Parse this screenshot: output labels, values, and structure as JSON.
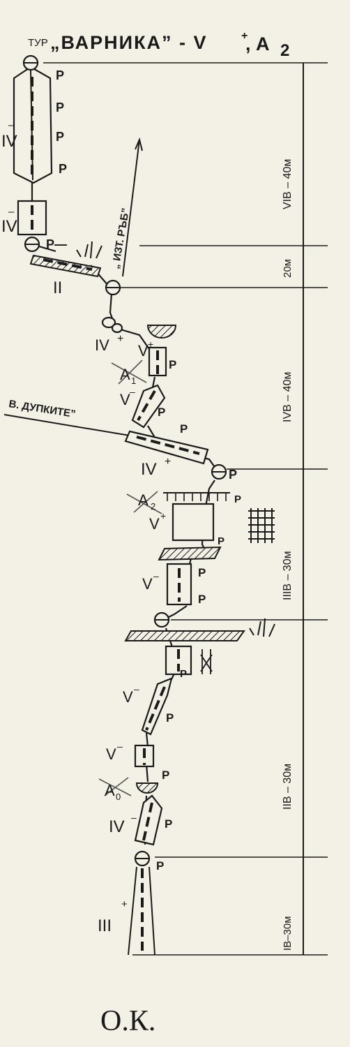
{
  "title": {
    "prefix": "ТУР",
    "name": "„ВАРНИКА” - V",
    "plus": "+",
    "tail": ", А",
    "sub": "2"
  },
  "signature": "О.К.",
  "arrows": {
    "ridge": "„ ИЗТ. РЪБ”",
    "holes": "В. ДУПКИТЕ”"
  },
  "sections": [
    {
      "label": "VIB – 40м"
    },
    {
      "label": "20м"
    },
    {
      "label": "IVB – 40м"
    },
    {
      "label": "IIIB – 30м"
    },
    {
      "label": "IIB – 30м"
    },
    {
      "label": "IB–30м"
    }
  ],
  "grades": {
    "g_iv_minus_top": "IV",
    "g_iv_minus_2": "IV",
    "g_ii": "II",
    "g_iv_plus_1": "IV",
    "g_v_plus_1": "V",
    "g_a1": "A",
    "g_a1_sub": "1",
    "g_v_minus_1": "V",
    "g_iv_plus_2": "IV",
    "g_a2": "A",
    "g_a2_sub": "2",
    "g_v_plus_2": "V",
    "g_v_minus_2": "V",
    "g_v_minus_3": "V",
    "g_v_minus_4": "V",
    "g_a0": "A",
    "g_a0_sub": "0",
    "g_iv_minus_3": "IV",
    "g_iii_plus": "III"
  },
  "signs": {
    "plus": "+",
    "minus": "–"
  },
  "piton": "P",
  "p_dash": "P—"
}
